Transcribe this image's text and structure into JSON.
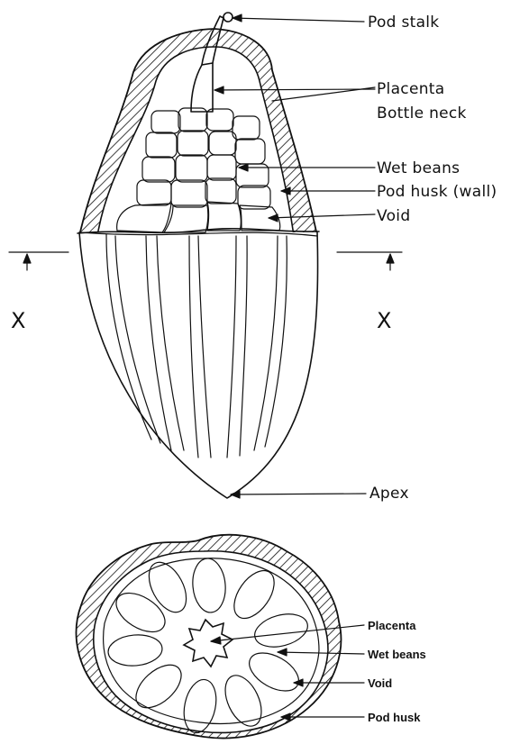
{
  "diagram": {
    "top_labels": {
      "pod_stalk": "Pod stalk",
      "placenta": "Placenta",
      "bottleneck": "Bottle neck",
      "wet_beans": "Wet beans",
      "pod_husk_wall": "Pod husk (wall)",
      "void": "Void",
      "apex": "Apex"
    },
    "section_marker_left": "X",
    "section_marker_right": "X",
    "cross_section_labels": {
      "placenta": "Placenta",
      "wet_beans": "Wet beans",
      "void": "Void",
      "pod_husk": "Pod husk"
    }
  },
  "colors": {
    "ink": "#111111",
    "background": "#ffffff"
  }
}
